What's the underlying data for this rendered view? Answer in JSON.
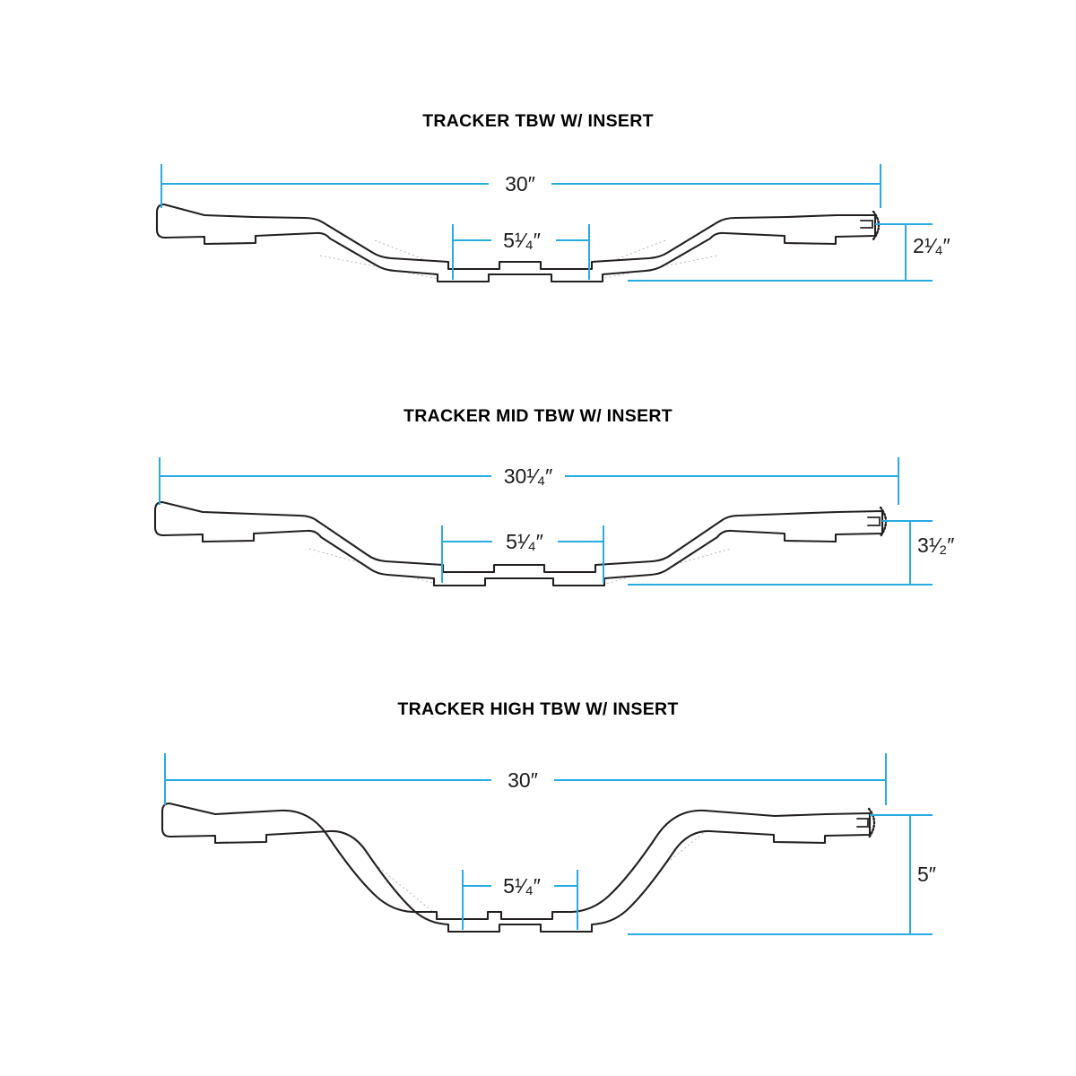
{
  "document": {
    "type": "technical-dimension-drawing",
    "subject": "motorcycle handlebars",
    "background_color": "#ffffff",
    "line_color": "#231f20",
    "dimension_color": "#29abe2",
    "hidden_line_color": "#9a9a9a"
  },
  "diagrams": [
    {
      "id": "tracker-tbw",
      "title": "TRACKER TBW W/ INSERT",
      "dimensions": {
        "width": {
          "label": "30″",
          "whole": "30",
          "numerator": "",
          "denominator": "",
          "unit": "″"
        },
        "center": {
          "label": "5¹⁄₄″",
          "whole": "5",
          "numerator": "1",
          "denominator": "4",
          "unit": "″"
        },
        "height": {
          "label": "2¹⁄₄″",
          "whole": "2",
          "numerator": "1",
          "denominator": "4",
          "unit": "″"
        }
      }
    },
    {
      "id": "tracker-mid-tbw",
      "title": "TRACKER MID TBW W/ INSERT",
      "dimensions": {
        "width": {
          "label": "30¹⁄₄″",
          "whole": "30",
          "numerator": "1",
          "denominator": "4",
          "unit": "″"
        },
        "center": {
          "label": "5¹⁄₄″",
          "whole": "5",
          "numerator": "1",
          "denominator": "4",
          "unit": "″"
        },
        "height": {
          "label": "3¹⁄₂″",
          "whole": "3",
          "numerator": "1",
          "denominator": "2",
          "unit": "″"
        }
      }
    },
    {
      "id": "tracker-high-tbw",
      "title": "TRACKER HIGH TBW W/ INSERT",
      "dimensions": {
        "width": {
          "label": "30″",
          "whole": "30",
          "numerator": "",
          "denominator": "",
          "unit": "″"
        },
        "center": {
          "label": "5¹⁄₄″",
          "whole": "5",
          "numerator": "1",
          "denominator": "4",
          "unit": "″"
        },
        "height": {
          "label": "5″",
          "whole": "5",
          "numerator": "",
          "denominator": "",
          "unit": "″"
        }
      }
    }
  ]
}
